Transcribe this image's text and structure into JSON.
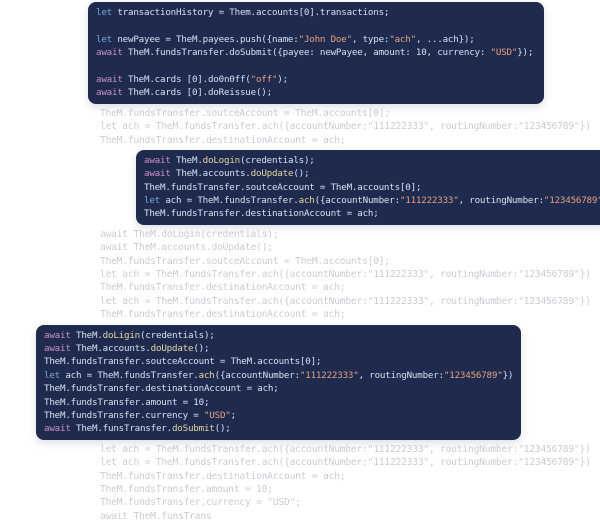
{
  "colors": {
    "panel": "#1f2a4f",
    "keyword_let": "#7ea6d8",
    "keyword_await": "#c78fc6",
    "text": "#d3e1f1",
    "string": "#e6a27f",
    "method": "#e2d7a4",
    "faded": "#c9ccd3"
  },
  "background_code": [
    "TheM.fundsTransfer.soutceAccount = TheM.accounts[0];",
    "let ach = TheM.fundsTransfer.ach({accountNumber:\"111222333\", routingNumber:\"123456789\"})",
    "TheM.fundsTransfer.destinationAccount = ach;",
    "await TheM.doLogin(credentials);",
    "await TheM.accounts.doUpdate();",
    "TheM.fundsTransfer.soutceAccount = TheM.accounts[0];",
    "let ach = TheM.fundsTransfer.ach({accountNumber:\"111222333\", routingNumber:\"123456789\"})",
    "TheM.fundsTransfer.destinationAccount = ach;",
    "let ach = TheM.fundsTransfer.ach({accountNumber:\"111222333\", routingNumber:\"123456789\"})",
    "TheM.fundsTransfer.destinationAccount = ach;",
    "",
    "",
    "",
    "",
    "",
    "let ach = TheM.fundsTransfer.ach({accountNumber:\"111222333\", routingNumber:\"123456789\"})",
    "",
    "let ach = TheM.fundsTransfer.ach({accountNumber:\"111222333\", routingNumber:\"123456789\"})",
    "TheM.fundsTransfer.destinationAccount = ach;",
    "TheM.fundsTransfer.amount = 10;",
    "TheM.fundsTransfer.currency = \"USD\";",
    "await TheM.funsTrans"
  ],
  "panels": [
    {
      "lines": [
        [
          [
            "k",
            "let"
          ],
          [
            "t",
            " transactionHistory = Them.accounts[0].transactions;"
          ]
        ],
        [],
        [
          [
            "k",
            "let"
          ],
          [
            "t",
            " newPayee = TheM.payees.push({name:"
          ],
          [
            "s",
            "\"John Doe\""
          ],
          [
            "t",
            ", type:"
          ],
          [
            "s",
            "\"ach\""
          ],
          [
            "t",
            ", ...ach});"
          ]
        ],
        [
          [
            "a",
            "await"
          ],
          [
            "t",
            " TheM.fundsTransfer.doSubmit({payee: newPayee, amount: 10, currency: "
          ],
          [
            "s",
            "\"USD\""
          ],
          [
            "t",
            "});"
          ]
        ],
        [],
        [
          [
            "a",
            "await"
          ],
          [
            "t",
            " TheM.cards [0].do0n0ff("
          ],
          [
            "s",
            "\"off\""
          ],
          [
            "t",
            ");"
          ]
        ],
        [
          [
            "a",
            "await"
          ],
          [
            "t",
            " TheM.cards [0].doReissue();"
          ]
        ]
      ]
    },
    {
      "lines": [
        [
          [
            "a",
            "await"
          ],
          [
            "t",
            " TheM."
          ],
          [
            "f",
            "doLogin"
          ],
          [
            "t",
            "(credentials);"
          ]
        ],
        [
          [
            "a",
            "await"
          ],
          [
            "t",
            " TheM.accounts."
          ],
          [
            "f",
            "doUpdate"
          ],
          [
            "t",
            "();"
          ]
        ],
        [
          [
            "t",
            "TheM.fundsTransfer.soutceAccount = TheM.accounts[0];"
          ]
        ],
        [
          [
            "k",
            "let"
          ],
          [
            "t",
            " ach = TheM.fundsTransfer."
          ],
          [
            "f",
            "ach"
          ],
          [
            "t",
            "({accountNumber:"
          ],
          [
            "s",
            "\"111222333\""
          ],
          [
            "t",
            ", routingNumber:"
          ],
          [
            "s",
            "\"123456789\""
          ],
          [
            "t",
            "})"
          ]
        ],
        [
          [
            "t",
            "TheM.fundsTransfer.destinationAccount = ach;"
          ]
        ]
      ]
    },
    {
      "lines": [
        [
          [
            "a",
            "await"
          ],
          [
            "t",
            " TheM."
          ],
          [
            "f",
            "doLigin"
          ],
          [
            "t",
            "(credentials);"
          ]
        ],
        [
          [
            "a",
            "await"
          ],
          [
            "t",
            " TheM.accounts."
          ],
          [
            "f",
            "doUpdate"
          ],
          [
            "t",
            "();"
          ]
        ],
        [
          [
            "t",
            "TheM.fundsTransfer.soutceAccount = TheM.accounts[0];"
          ]
        ],
        [
          [
            "k",
            "let"
          ],
          [
            "t",
            " ach = TheM.fundsTransfer."
          ],
          [
            "f",
            "ach"
          ],
          [
            "t",
            "({accountNumber:"
          ],
          [
            "s",
            "\"111222333\""
          ],
          [
            "t",
            ", routingNumber:"
          ],
          [
            "s",
            "\"123456789\""
          ],
          [
            "t",
            "})"
          ]
        ],
        [
          [
            "t",
            "TheM.fundsTransfer.destinationAccount = ach;"
          ]
        ],
        [
          [
            "t",
            "TheM.fundsTransfer.amount = 10;"
          ]
        ],
        [
          [
            "t",
            "TheM.fundsTransfer.currency = "
          ],
          [
            "s",
            "\"USD\""
          ],
          [
            "t",
            ";"
          ]
        ],
        [
          [
            "a",
            "await"
          ],
          [
            "t",
            " TheM.funsTransfer."
          ],
          [
            "f",
            "doSubmit"
          ],
          [
            "t",
            "();"
          ]
        ]
      ]
    }
  ]
}
